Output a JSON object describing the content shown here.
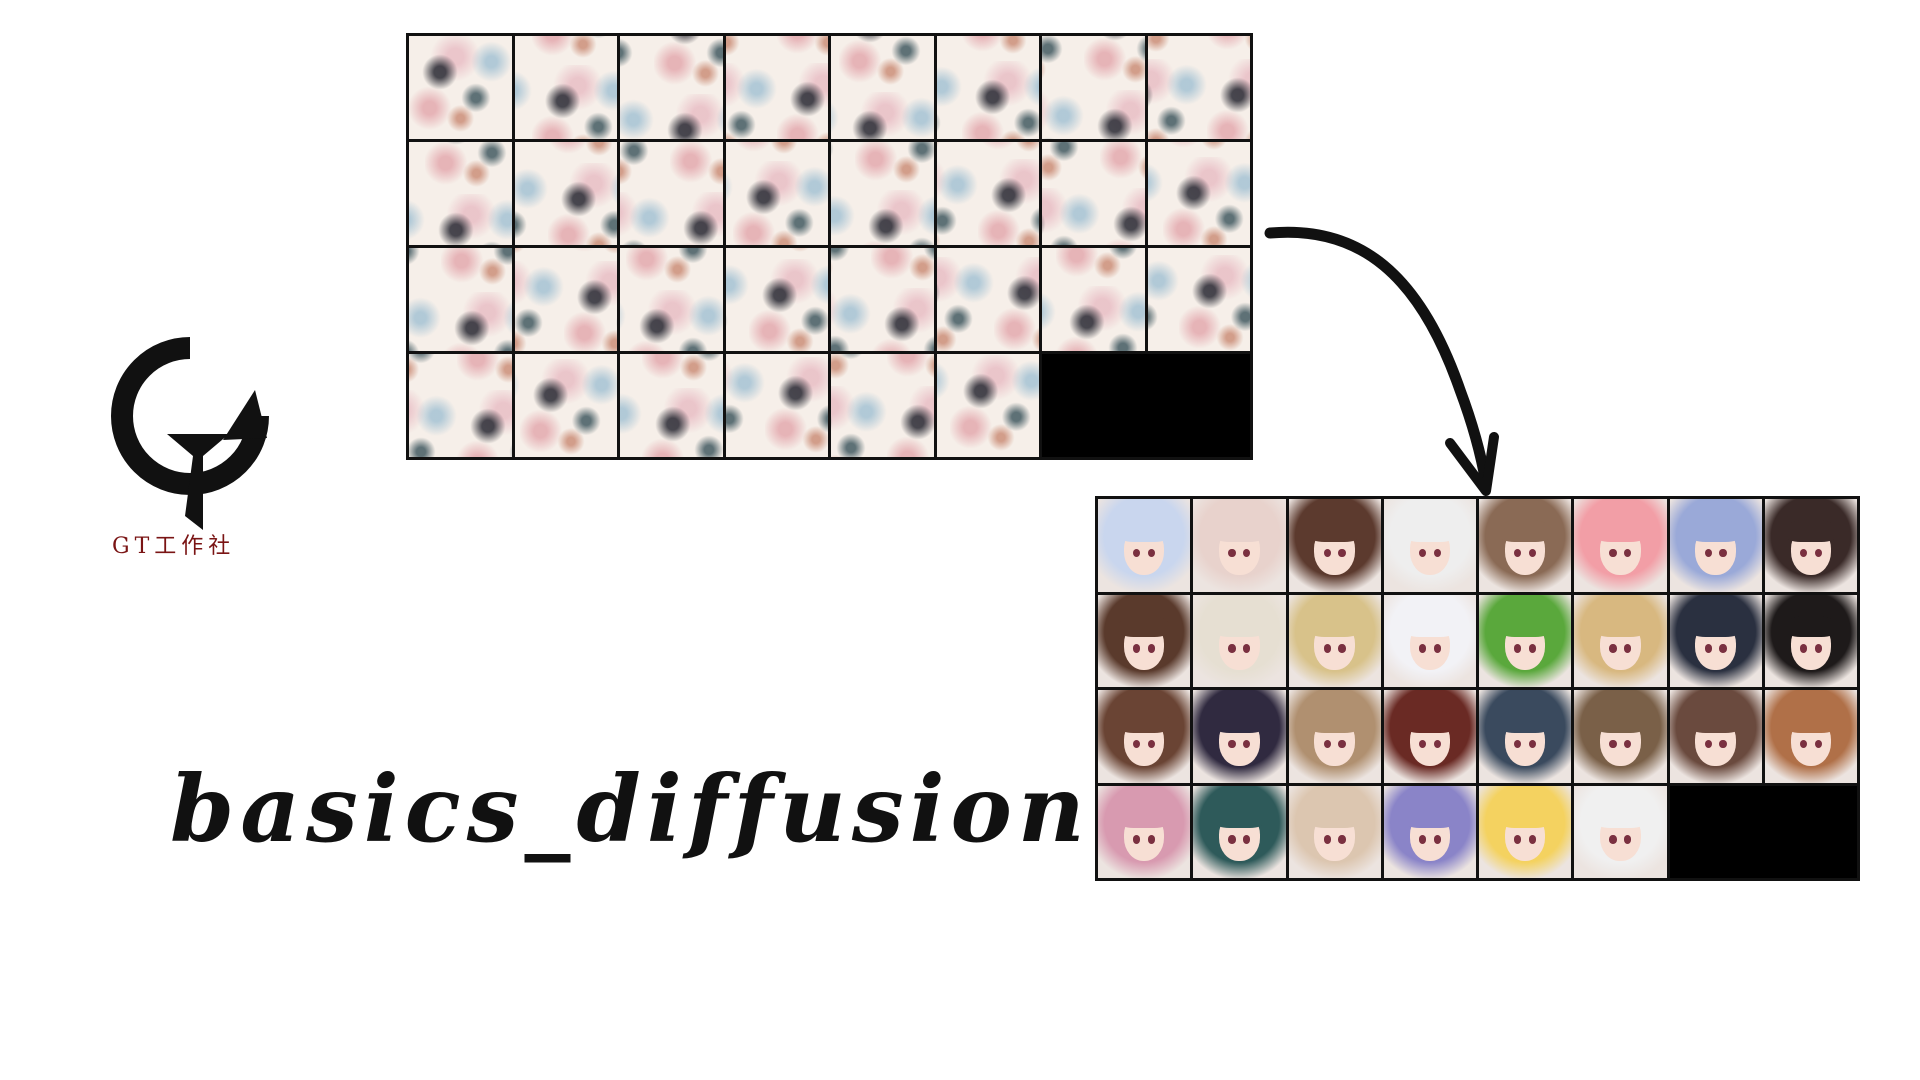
{
  "logo": {
    "text": "GT工作社",
    "icon": "gt-logo-icon"
  },
  "title": "basics_diffusion",
  "noise_grid": {
    "filled": 30,
    "empty": 2,
    "columns": 8,
    "rows": 4
  },
  "face_grid": {
    "columns": 8,
    "rows": 4,
    "empty": 2,
    "hair_colors": [
      "#c9d6ee",
      "#e8d2cc",
      "#5c3a2e",
      "#eeeeee",
      "#8a6a55",
      "#f29ea6",
      "#9aa9d8",
      "#3a2a28",
      "#5a3a2c",
      "#e6dfd2",
      "#d8c28a",
      "#f2f2f6",
      "#5aa83c",
      "#d8b880",
      "#2a3040",
      "#1e1a1a",
      "#6a4434",
      "#302a40",
      "#b09070",
      "#6a2a24",
      "#3a4a5e",
      "#7a6048",
      "#6a4a3e",
      "#b07048",
      "#d89ab0",
      "#2e5a5a",
      "#dcc6b0",
      "#8a84c8",
      "#f4d260",
      "#f0f0f0"
    ]
  },
  "colors": {
    "grid_border": "#111111",
    "logo_text": "#7a1414",
    "arrow": "#111111"
  }
}
